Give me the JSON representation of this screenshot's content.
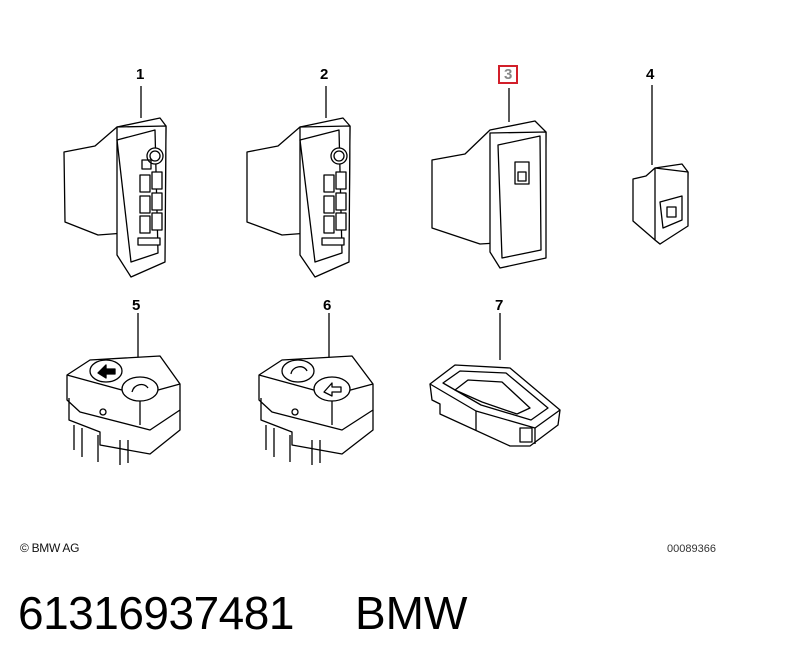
{
  "callouts": [
    {
      "id": "1",
      "highlighted": false
    },
    {
      "id": "2",
      "highlighted": false
    },
    {
      "id": "3",
      "highlighted": true
    },
    {
      "id": "4",
      "highlighted": false
    },
    {
      "id": "5",
      "highlighted": false
    },
    {
      "id": "6",
      "highlighted": false
    },
    {
      "id": "7",
      "highlighted": false
    }
  ],
  "labels": {
    "c1": "1",
    "c2": "2",
    "c3": "3",
    "c4": "4",
    "c5": "5",
    "c6": "6",
    "c7": "7"
  },
  "footer": {
    "copyright": "© BMW AG",
    "drawing_number": "00089366"
  },
  "part": {
    "number": "61316937481",
    "brand": "BMW"
  },
  "colors": {
    "highlight_border": "#d21f2a",
    "line": "#000000",
    "fill": "#ffffff"
  }
}
